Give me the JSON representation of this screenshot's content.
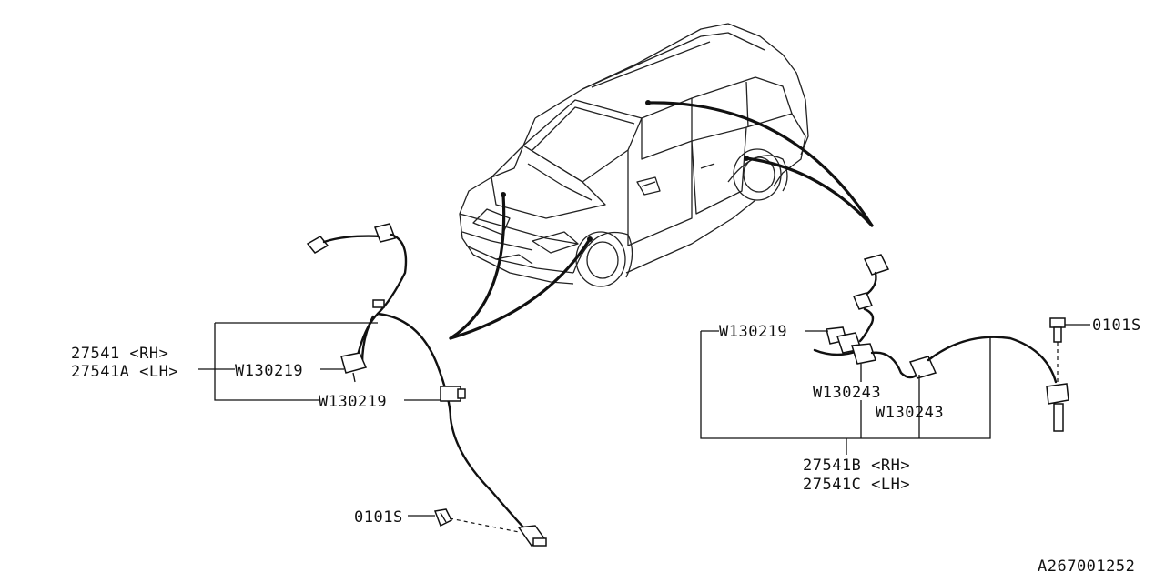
{
  "left_assembly": {
    "part_rh": "27541 <RH>",
    "part_lh": "27541A <LH>",
    "connector_upper": "W130219",
    "connector_lower": "W130219",
    "bolt": "0101S"
  },
  "right_assembly": {
    "connector_top": "W130219",
    "connector_a": "W130243",
    "connector_b": "W130243",
    "part_rh": "27541B <RH>",
    "part_lh": "27541C <LH>",
    "bolt": "0101S"
  },
  "diagram_code": "A267001252"
}
